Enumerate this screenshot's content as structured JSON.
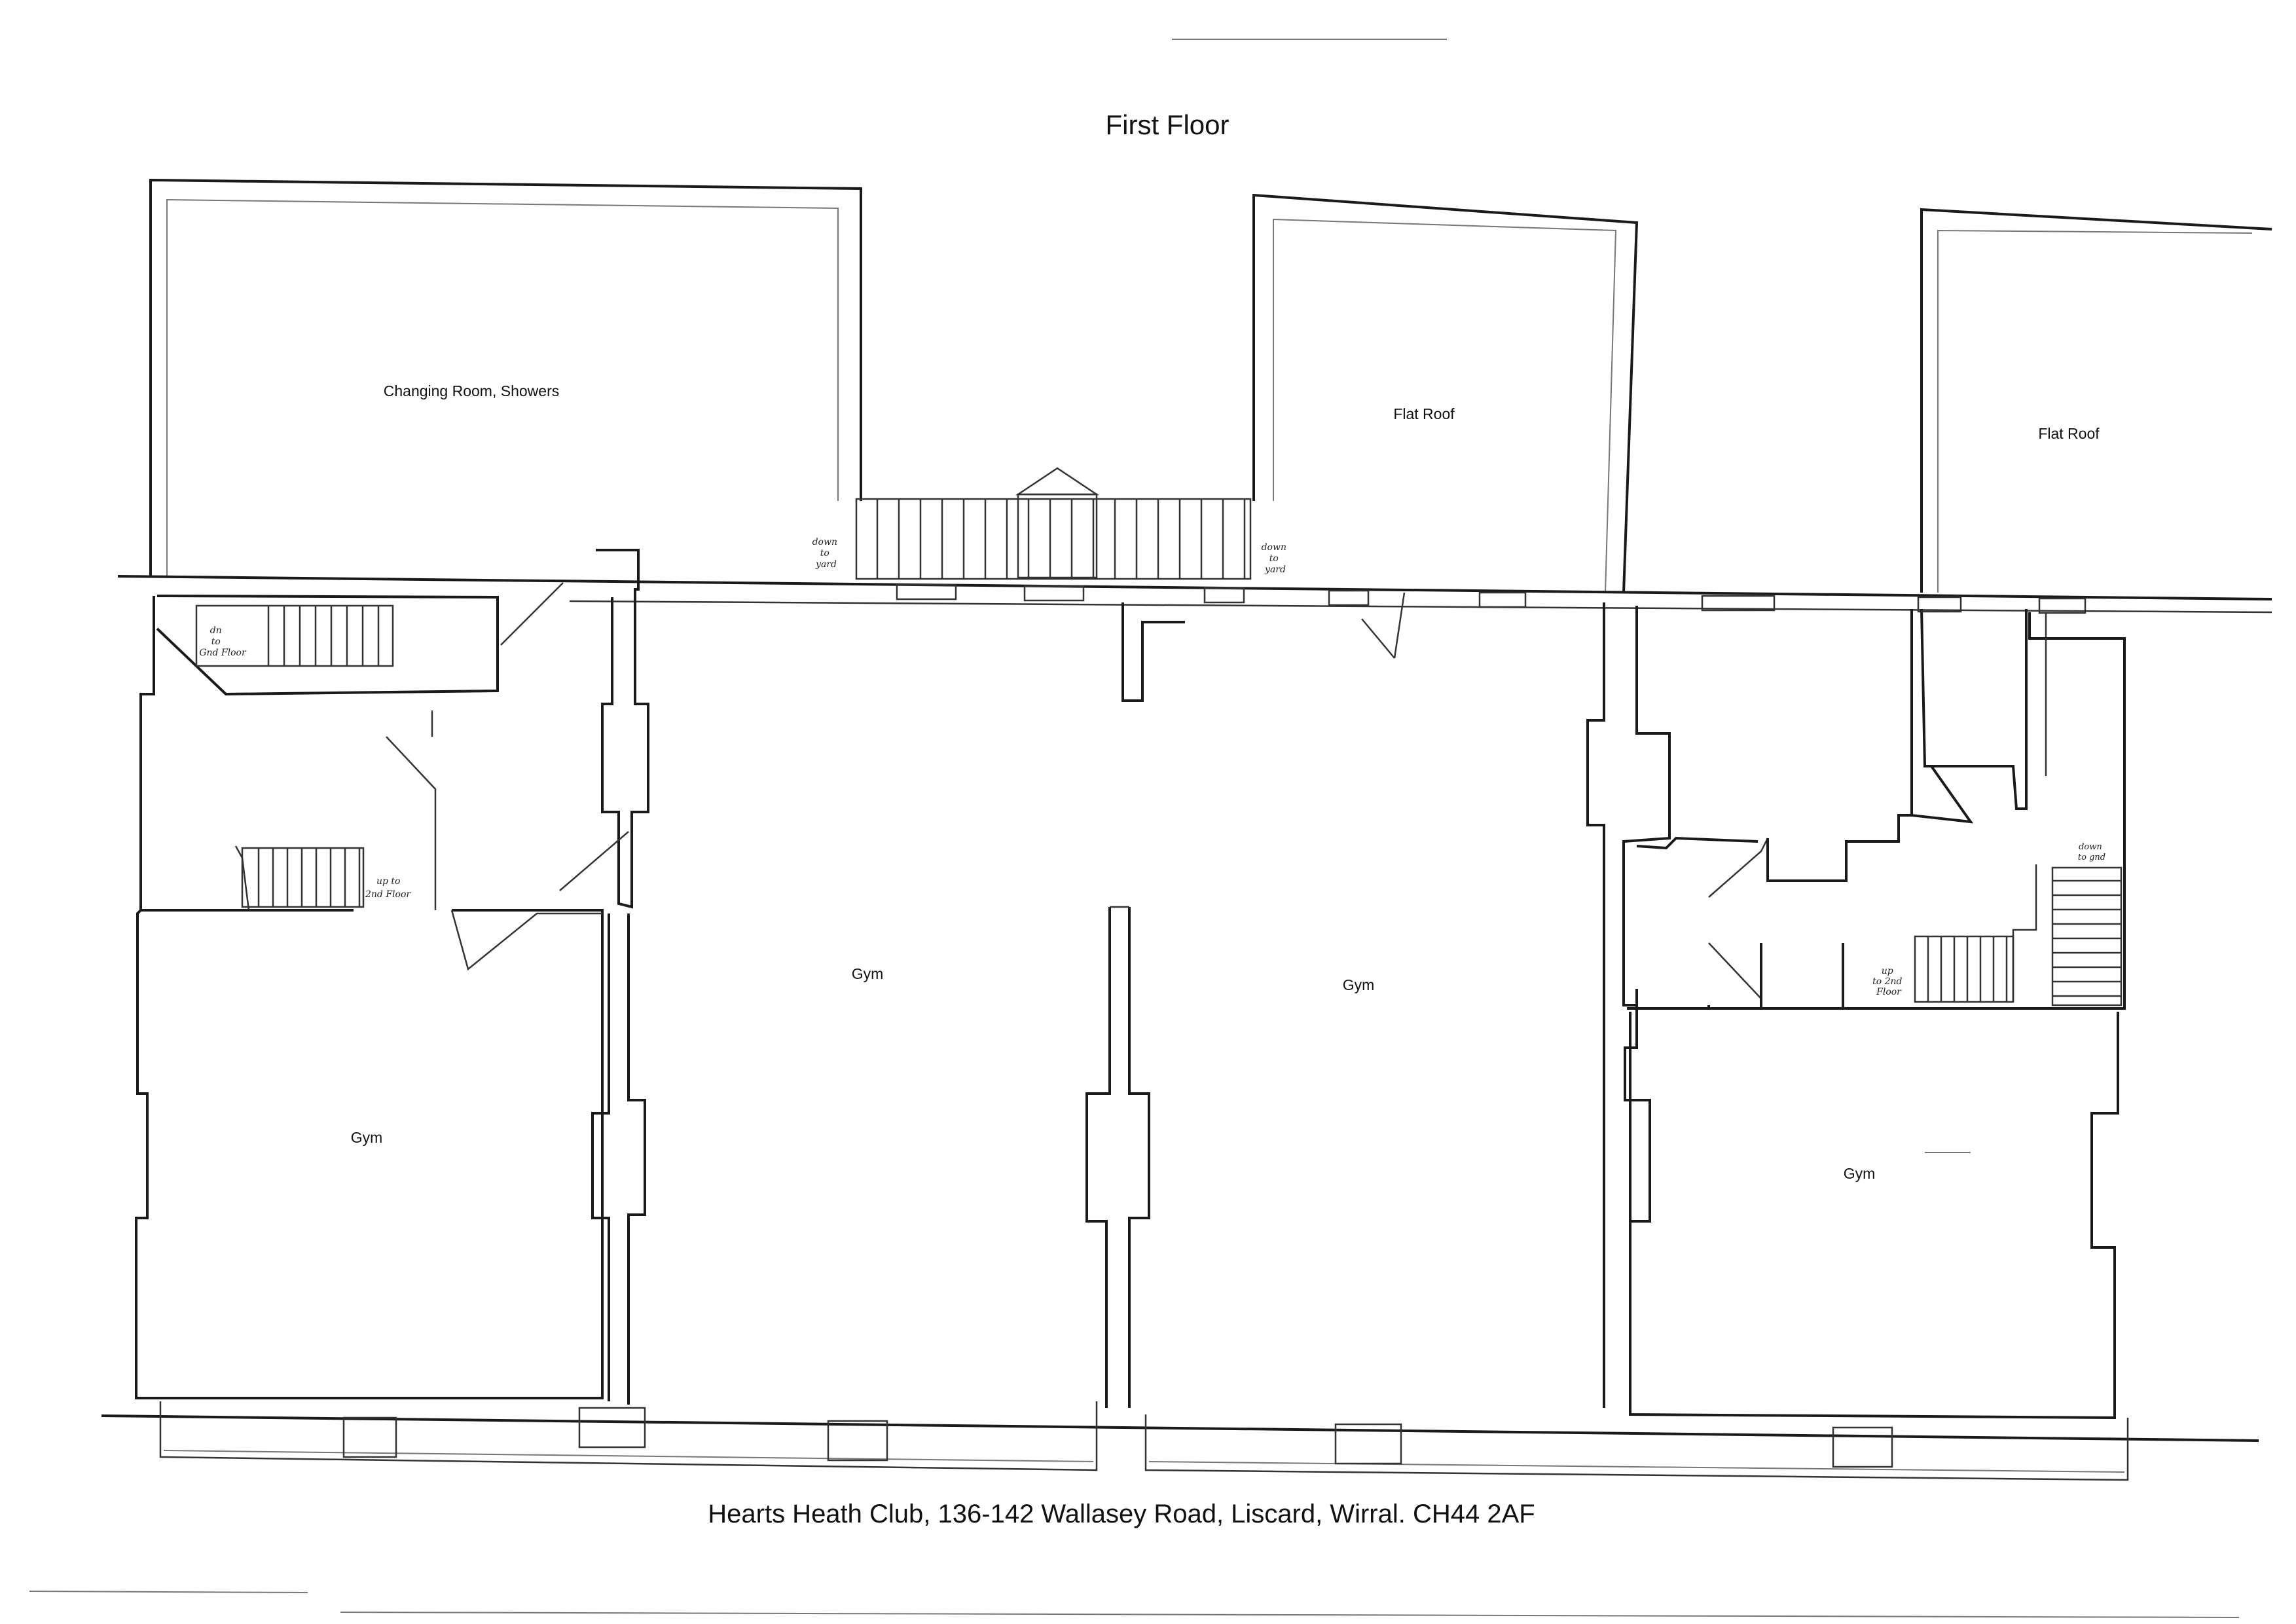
{
  "title": "First Floor",
  "address": "Hearts Heath Club, 136-142 Wallasey Road, Liscard, Wirral. CH44 2AF",
  "rooms": {
    "changing": "Changing Room, Showers",
    "flat_roof_1": "Flat Roof",
    "flat_roof_2": "Flat Roof",
    "gym_1": "Gym",
    "gym_2": "Gym",
    "gym_3": "Gym",
    "gym_4": "Gym"
  },
  "notes": {
    "down_to_yard_1": [
      "down",
      "to",
      "yard"
    ],
    "down_to_yard_2": [
      "down",
      "to",
      "yard"
    ],
    "down_to_gnd_1": [
      "dn",
      "to",
      "Gnd Floor"
    ],
    "up_to_2nd_1": [
      "up to",
      "2nd Floor"
    ],
    "up_to_2nd_2": [
      "up",
      "to 2nd",
      "Floor"
    ],
    "down_to_gnd_2": [
      "down",
      "to gnd"
    ]
  }
}
